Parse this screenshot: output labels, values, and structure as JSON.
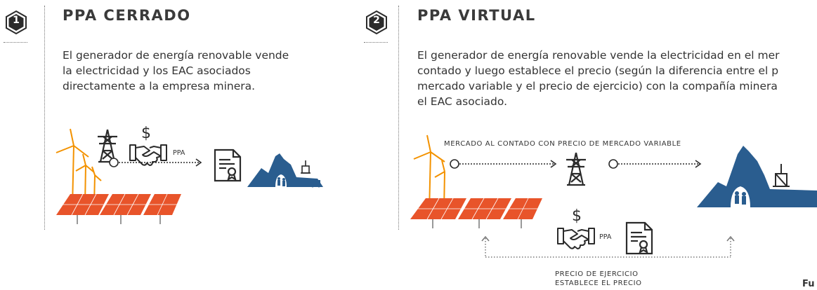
{
  "panel1": {
    "badge": "1",
    "title": "PPA CERRADO",
    "description_lines": [
      "El generador de energía renovable vende",
      "la electricidad y los EAC asociados",
      "directamente a la empresa minera."
    ],
    "ppa_label": "PPA",
    "currency_symbol": "$"
  },
  "panel2": {
    "badge": "2",
    "title": "PPA VIRTUAL",
    "description_lines": [
      "El generador de energía renovable vende la electricidad en el mer",
      "contado y luego establece el precio (según la diferencia entre el p",
      "mercado variable y el precio de ejercicio) con la compañía minera",
      "el EAC asociado."
    ],
    "market_label": "MERCADO AL CONTADO CON PRECIO DE MERCADO VARIABLE",
    "ppa_label": "PPA",
    "currency_symbol": "$",
    "strike_label_line1": "PRECIO DE EJERCICIO",
    "strike_label_line2": "ESTABLECE EL PRECIO"
  },
  "source_partial": "Fu",
  "colors": {
    "blue": "#2a5d8f",
    "orange": "#f39200",
    "panel_red": "#e8542a",
    "dark": "#2b2b2b"
  },
  "icons": [
    "wind-turbine-icon",
    "solar-panel-icon",
    "transmission-tower-icon",
    "handshake-icon",
    "dollar-icon",
    "certificate-icon",
    "mine-mountain-icon",
    "arrow-icon"
  ]
}
